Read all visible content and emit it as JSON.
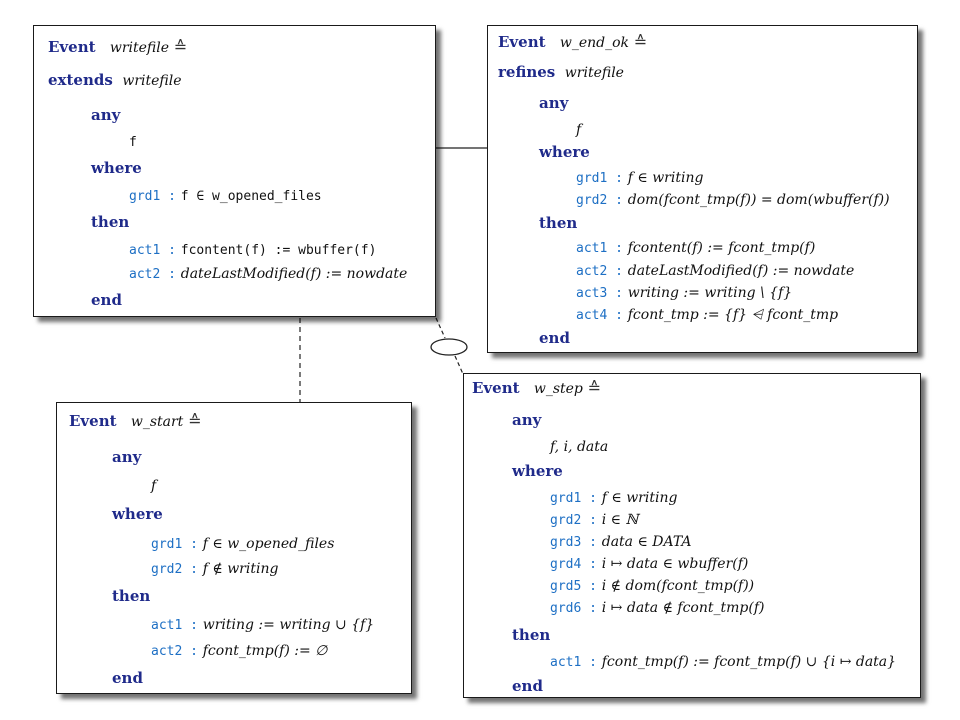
{
  "writefile": {
    "event_kw": "Event",
    "name": "writefile",
    "hat": "≙",
    "extends_kw": "extends",
    "extends_name": "writefile",
    "any_kw": "any",
    "params": "f",
    "where_kw": "where",
    "guards": [
      {
        "label": "grd1 :",
        "expr": "f ∈ w_opened_files"
      }
    ],
    "then_kw": "then",
    "actions": [
      {
        "label": "act1 :",
        "expr": "fcontent(f) := wbuffer(f)"
      },
      {
        "label": "act2 :",
        "expr": "dateLastModified(f) := nowdate"
      }
    ],
    "end_kw": "end"
  },
  "w_end_ok": {
    "event_kw": "Event",
    "name": "w_end_ok",
    "hat": "≙",
    "refines_kw": "refines",
    "refines_name": "writefile",
    "any_kw": "any",
    "params": "f",
    "where_kw": "where",
    "guards": [
      {
        "label": "grd1 :",
        "expr": "f ∈ writing"
      },
      {
        "label": "grd2 :",
        "expr": "dom(fcont_tmp(f)) = dom(wbuffer(f))"
      }
    ],
    "then_kw": "then",
    "actions": [
      {
        "label": "act1 :",
        "expr": "fcontent(f) := fcont_tmp(f)"
      },
      {
        "label": "act2 :",
        "expr": "dateLastModified(f) := nowdate"
      },
      {
        "label": "act3 :",
        "expr": "writing := writing \\ {f}"
      },
      {
        "label": "act4 :",
        "expr": "fcont_tmp := {f} ⩤ fcont_tmp"
      }
    ],
    "end_kw": "end"
  },
  "w_start": {
    "event_kw": "Event",
    "name": "w_start",
    "hat": "≙",
    "any_kw": "any",
    "params": "f",
    "where_kw": "where",
    "guards": [
      {
        "label": "grd1 :",
        "expr": "f ∈ w_opened_files"
      },
      {
        "label": "grd2 :",
        "expr": "f ∉ writing"
      }
    ],
    "then_kw": "then",
    "actions": [
      {
        "label": "act1 :",
        "expr": "writing := writing ∪ {f}"
      },
      {
        "label": "act2 :",
        "expr": "fcont_tmp(f) := ∅"
      }
    ],
    "end_kw": "end"
  },
  "w_step": {
    "event_kw": "Event",
    "name": "w_step",
    "hat": "≙",
    "any_kw": "any",
    "params": "f, i, data",
    "where_kw": "where",
    "guards": [
      {
        "label": "grd1 :",
        "expr": "f ∈ writing"
      },
      {
        "label": "grd2 :",
        "expr": "i ∈ ℕ"
      },
      {
        "label": "grd3 :",
        "expr": "data ∈ DATA"
      },
      {
        "label": "grd4 :",
        "expr": "i ↦ data ∈ wbuffer(f)"
      },
      {
        "label": "grd5 :",
        "expr": "i ∉ dom(fcont_tmp(f))"
      },
      {
        "label": "grd6 :",
        "expr": "i ↦ data ∉ fcont_tmp(f)"
      }
    ],
    "then_kw": "then",
    "actions": [
      {
        "label": "act1 :",
        "expr": "fcont_tmp(f) := fcont_tmp(f) ∪ {i ↦ data}"
      }
    ],
    "end_kw": "end"
  }
}
